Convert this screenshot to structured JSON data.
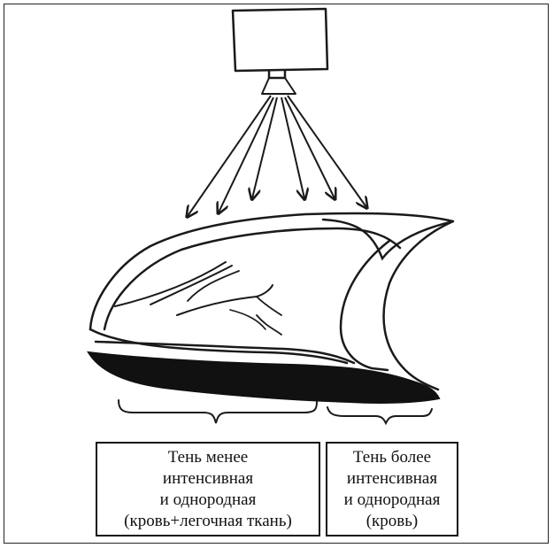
{
  "labels": {
    "left": {
      "line1": "Тень менее",
      "line2": "интенсивная",
      "line3": "и однородная",
      "line4": "(кровь+легочная ткань)"
    },
    "right": {
      "line1": "Тень более",
      "line2": "интенсивная",
      "line3": "и однородная",
      "line4": "(кровь)"
    }
  },
  "colors": {
    "ink": "#1a1a1a",
    "shadow_fill": "#111111",
    "background": "#ffffff"
  },
  "icons": [
    "x-ray-source-icon",
    "arrow-icon"
  ]
}
